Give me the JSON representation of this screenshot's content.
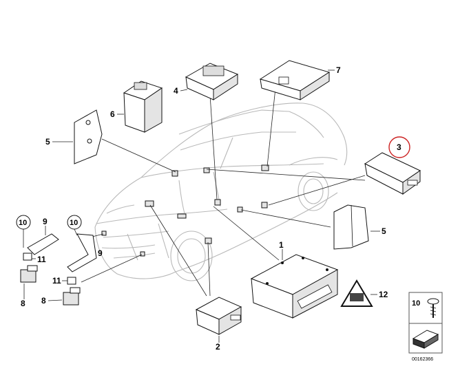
{
  "diagram": {
    "callouts": {
      "c1": "1",
      "c2": "2",
      "c3": "3",
      "c4": "4",
      "c5a": "5",
      "c5b": "5",
      "c6": "6",
      "c7": "7",
      "c8a": "8",
      "c8b": "8",
      "c9a": "9",
      "c9b": "9",
      "c10a": "10",
      "c10b": "10",
      "c11a": "11",
      "c11b": "11",
      "c12": "12"
    },
    "legend": {
      "number": "10"
    },
    "reference_number": "00162366",
    "highlight_color": "#cc2222"
  }
}
